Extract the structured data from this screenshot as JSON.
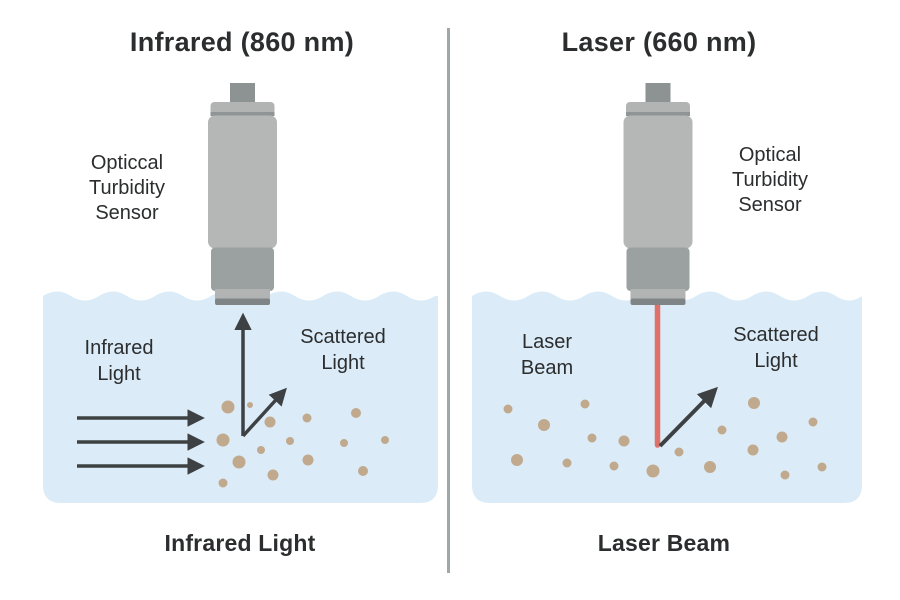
{
  "colors": {
    "text": "#2b2d2e",
    "water": "#dbecf8",
    "particle": "#c1a98e",
    "arrow": "#3e4143",
    "laser": "#e0706a",
    "divider": "#a1a6a8",
    "sensor_body": "#b4b7b6",
    "sensor_collar": "#9ba0a0",
    "sensor_stub": "#8d9292",
    "sensor_cap": "#b1b4b3",
    "sensor_cap_line": "#8f9494",
    "sensor_tip": "#b1b4b3",
    "sensor_tip_edge": "#7f8586"
  },
  "left": {
    "title": "Infrared (860 nm)",
    "sensor_label": "Opticcal\nTurbidity\nSensor",
    "beam_label": "Infrared\nLight",
    "scatter_label": "Scattered\nLight",
    "caption": "Infrared Light",
    "particles": [
      [
        228,
        407,
        6.5
      ],
      [
        250,
        405,
        3
      ],
      [
        270,
        422,
        5.5
      ],
      [
        223,
        440,
        6.5
      ],
      [
        239,
        462,
        6.5
      ],
      [
        261,
        450,
        4
      ],
      [
        273,
        475,
        5.5
      ],
      [
        290,
        441,
        4
      ],
      [
        307,
        418,
        4.5
      ],
      [
        308,
        460,
        5.5
      ],
      [
        344,
        443,
        4
      ],
      [
        356,
        413,
        5
      ],
      [
        363,
        471,
        5
      ],
      [
        385,
        440,
        4
      ],
      [
        223,
        483,
        4.5
      ]
    ]
  },
  "right": {
    "title": "Laser (660 nm)",
    "sensor_label": "Optical\nTurbidity\nSensor",
    "beam_label": "Laser\nBeam",
    "scatter_label": "Scattered\nLight",
    "caption": "Laser Beam",
    "particles": [
      [
        508,
        409,
        4.5
      ],
      [
        544,
        425,
        6
      ],
      [
        585,
        404,
        4.5
      ],
      [
        517,
        460,
        6
      ],
      [
        567,
        463,
        4.5
      ],
      [
        592,
        438,
        4.5
      ],
      [
        624,
        441,
        5.5
      ],
      [
        614,
        466,
        4.5
      ],
      [
        653,
        471,
        6.5
      ],
      [
        679,
        452,
        4.5
      ],
      [
        722,
        430,
        4.5
      ],
      [
        710,
        467,
        6
      ],
      [
        754,
        403,
        6
      ],
      [
        753,
        450,
        5.5
      ],
      [
        782,
        437,
        5.5
      ],
      [
        785,
        475,
        4.5
      ],
      [
        813,
        422,
        4.5
      ],
      [
        822,
        467,
        4.5
      ]
    ]
  }
}
